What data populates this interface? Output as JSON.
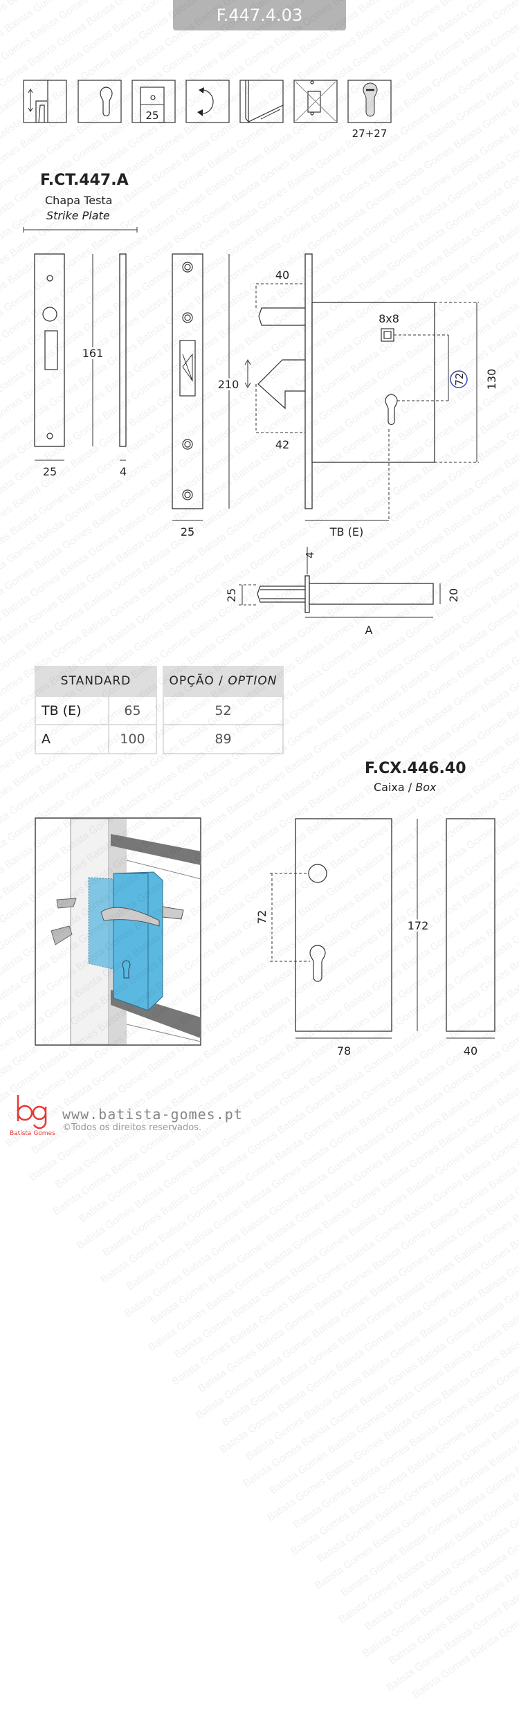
{
  "header": {
    "code": "F.447.4.03"
  },
  "icons": [
    {
      "name": "adjustable-hook-icon"
    },
    {
      "name": "euro-cylinder-icon"
    },
    {
      "name": "backset-icon",
      "label": "25"
    },
    {
      "name": "reversible-icon"
    },
    {
      "name": "thickness-icon"
    },
    {
      "name": "no-strike-plate-icon"
    },
    {
      "name": "cylinder-icon",
      "label": "27+27"
    }
  ],
  "strike_plate": {
    "code": "F.CT.447.A",
    "name_pt": "Chapa Testa",
    "name_en": "Strike Plate",
    "dims": {
      "height": "161",
      "width": "25",
      "thickness": "4"
    }
  },
  "lock": {
    "faceplate_height": "210",
    "faceplate_width": "25",
    "bolt_throw": "40",
    "latch_throw": "42",
    "follower": "8x8",
    "center_distance": "72",
    "body_height": "130",
    "backset": "TB (E)",
    "side_height": "25",
    "side_faceplate": "4",
    "side_depth": "20",
    "side_length": "A"
  },
  "table": {
    "headers": [
      "STANDARD",
      "OPÇÃO / ",
      "OPTION"
    ],
    "rows": [
      {
        "label": "TB (E)",
        "standard": "65",
        "option": "52"
      },
      {
        "label": "A",
        "standard": "100",
        "option": "89"
      }
    ]
  },
  "box": {
    "code": "F.CX.446.40",
    "name_pt": "Caixa / ",
    "name_en": "Box",
    "dims": {
      "center_distance": "72",
      "height": "172",
      "width": "78",
      "depth": "40"
    }
  },
  "colors": {
    "header_bg": "#b4b4b4",
    "box_blue": "#5bb8e0",
    "brand_red": "#e53935",
    "circle_blue": "#3949ab"
  },
  "footer": {
    "url": "www.batista-gomes.pt",
    "rights": "©Todos os direitos reservados.",
    "logo": "bg",
    "logo_text": "Batista Gomes"
  },
  "watermark": "Batista Gomes"
}
